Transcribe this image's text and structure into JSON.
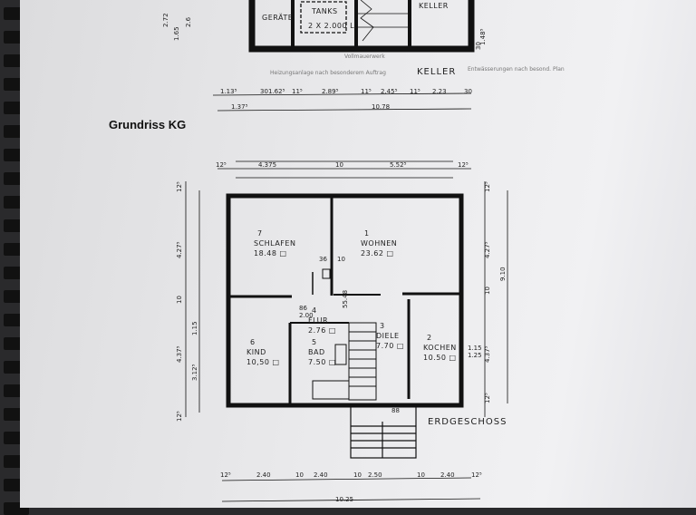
{
  "caption": "Grundriss KG",
  "basement": {
    "label": "KELLER",
    "rooms": [
      "GERÄTE",
      "TANKS",
      "2 X 2.000 L.",
      "KELLER"
    ],
    "notes": [
      "Heizungsanlage nach besonderem Auftrag",
      "Entwässerungen nach besond. Plan",
      "Vollmauerwerk"
    ],
    "dims_top": [
      "1.13⁵",
      "30",
      "1.62⁵",
      "11⁵",
      "2.89⁵",
      "11⁵",
      "2.45⁵",
      "11⁵",
      "2.23",
      "30"
    ],
    "dims_total": [
      "1.37⁵",
      "10.78"
    ],
    "dims_side": [
      "2.72",
      "1.65",
      "2.6",
      "1.48⁵",
      "30"
    ]
  },
  "ground_floor": {
    "label": "ERDGESCHOSS",
    "rooms": [
      {
        "num": "7",
        "name": "SCHLAFEN",
        "area": "18.48 □"
      },
      {
        "num": "1",
        "name": "WOHNEN",
        "area": "23.62 □"
      },
      {
        "num": "4",
        "name": "FLUR",
        "area": "2.76 □"
      },
      {
        "num": "6",
        "name": "KIND",
        "area": "10,50 □"
      },
      {
        "num": "5",
        "name": "BAD",
        "area": "7.50 □"
      },
      {
        "num": "3",
        "name": "DIELE",
        "area": "7.70 □"
      },
      {
        "num": "2",
        "name": "KOCHEN",
        "area": "10.50 □"
      }
    ],
    "dims_top": [
      "12⁵",
      "4.375",
      "10",
      "5.52⁵",
      "12⁵"
    ],
    "dims_left": [
      "12⁵",
      "4.27⁵",
      "10",
      "4.37⁵",
      "12⁵",
      "3.12⁵",
      "1.15"
    ],
    "dims_right": [
      "12⁵",
      "4.27⁵",
      "10",
      "4.37⁵",
      "12⁵",
      "9.10"
    ],
    "dims_bottom": [
      "12⁵",
      "2.40",
      "10",
      "2.40",
      "10",
      "2.50",
      "10",
      "2.40",
      "12⁵"
    ],
    "dims_total": "10.25",
    "inner_dims": [
      "36",
      "10",
      "55.48",
      "86",
      "2.00",
      "1.15",
      "1.25",
      "88"
    ]
  }
}
